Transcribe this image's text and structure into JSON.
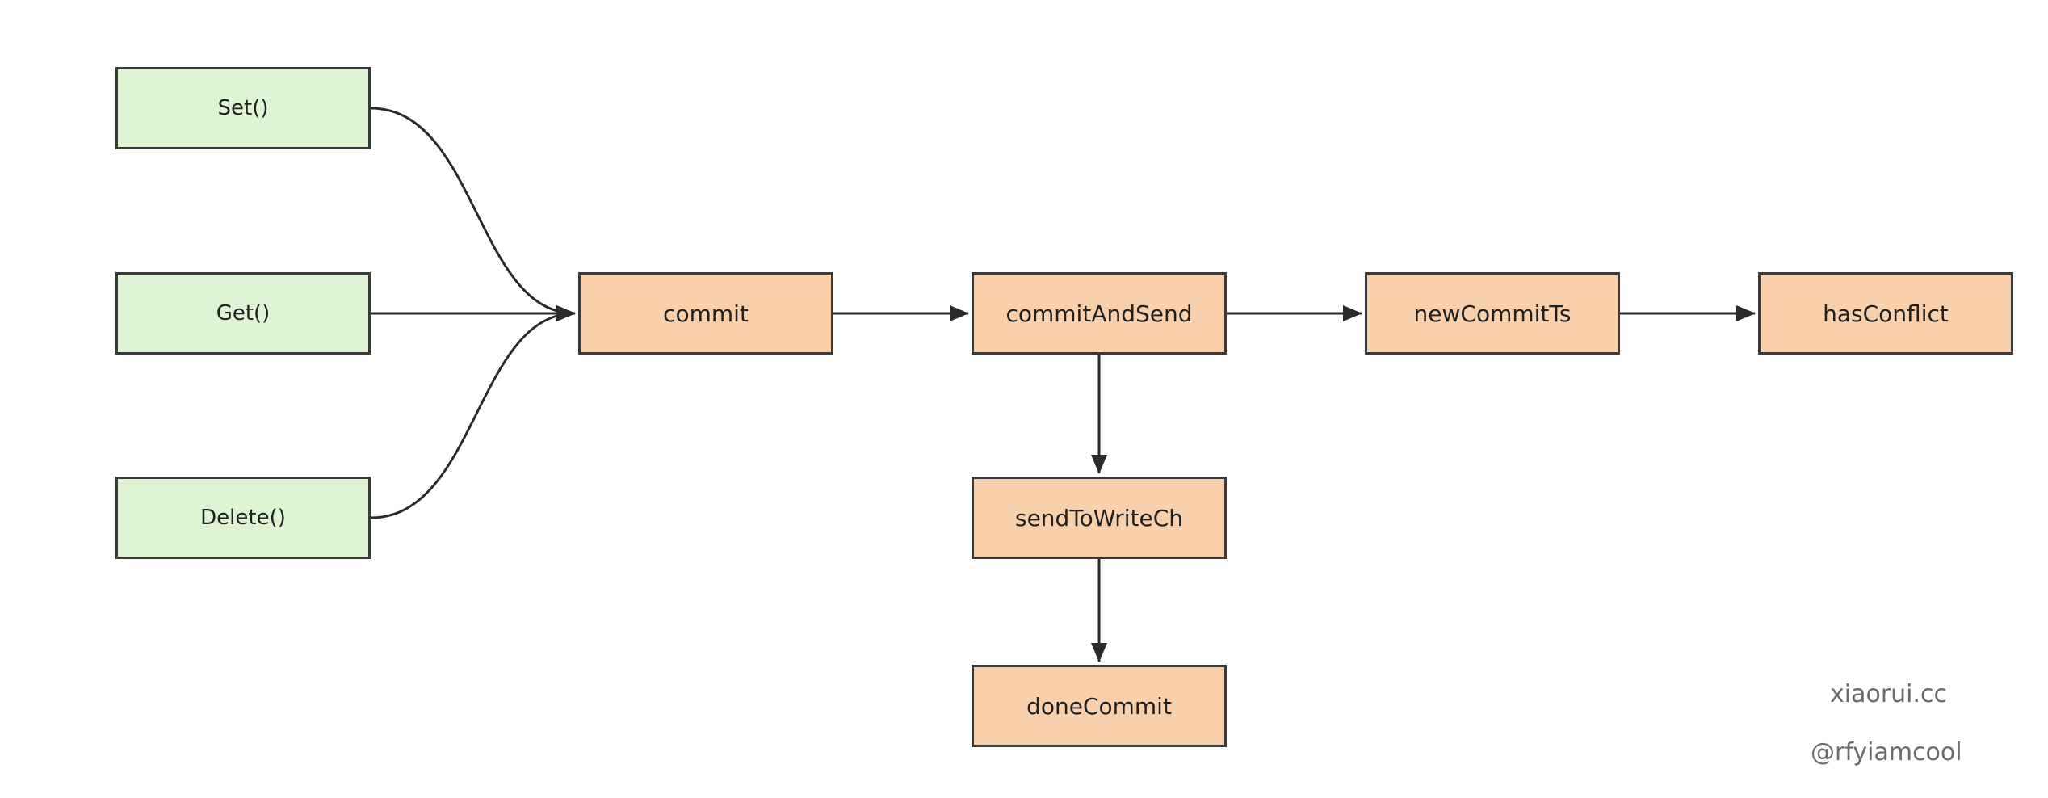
{
  "nodes": {
    "set": "Set()",
    "get": "Get()",
    "delete": "Delete()",
    "commit": "commit",
    "commit_and_send": "commitAndSend",
    "new_commit_ts": "newCommitTs",
    "has_conflict": "hasConflict",
    "send_to_write_ch": "sendToWriteCh",
    "done_commit": "doneCommit"
  },
  "edges": [
    {
      "from": "Set()",
      "to": "commit"
    },
    {
      "from": "Get()",
      "to": "commit"
    },
    {
      "from": "Delete()",
      "to": "commit"
    },
    {
      "from": "commit",
      "to": "commitAndSend"
    },
    {
      "from": "commitAndSend",
      "to": "newCommitTs"
    },
    {
      "from": "newCommitTs",
      "to": "hasConflict"
    },
    {
      "from": "commitAndSend",
      "to": "sendToWriteCh"
    },
    {
      "from": "sendToWriteCh",
      "to": "doneCommit"
    }
  ],
  "watermark": {
    "site": "xiaorui.cc",
    "handle": "@rfyiamcool"
  },
  "colors": {
    "entry_fill": "#dff4d5",
    "process_fill": "#f8d0ab",
    "stroke": "#3a3a3a"
  }
}
